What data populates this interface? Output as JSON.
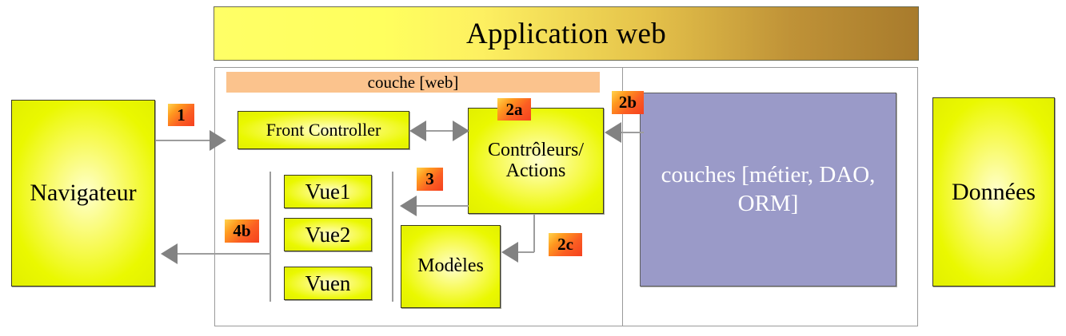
{
  "title": {
    "label": "Application web"
  },
  "layers": {
    "web_layer_label": "couche [web]"
  },
  "boxes": {
    "navigateur": "Navigateur",
    "donnees": "Données",
    "front_controller": "Front Controller",
    "controleurs_line1": "Contrôleurs/",
    "controleurs_line2": "Actions",
    "vue1": "Vue1",
    "vue2": "Vue2",
    "vuen": "Vuen",
    "modeles": "Modèles",
    "couches_line1": "couches",
    "couches_line2": "[métier, DAO,",
    "couches_line3": "ORM]"
  },
  "badges": {
    "b1": "1",
    "b2a": "2a",
    "b2b": "2b",
    "b2c": "2c",
    "b3": "3",
    "b4b": "4b"
  },
  "colors": {
    "title_gradient_start": "#FFFF66",
    "title_gradient_end": "#A87B2C",
    "web_layer_bar": "#FBC38D",
    "yellow_box": "#EAF800",
    "business_layer_box": "#9A9AC8",
    "badge_gradient_start": "#FFD34D",
    "badge_gradient_end": "#F5401F",
    "connector_gray": "#828282",
    "container_border": "#9A9A9A"
  }
}
